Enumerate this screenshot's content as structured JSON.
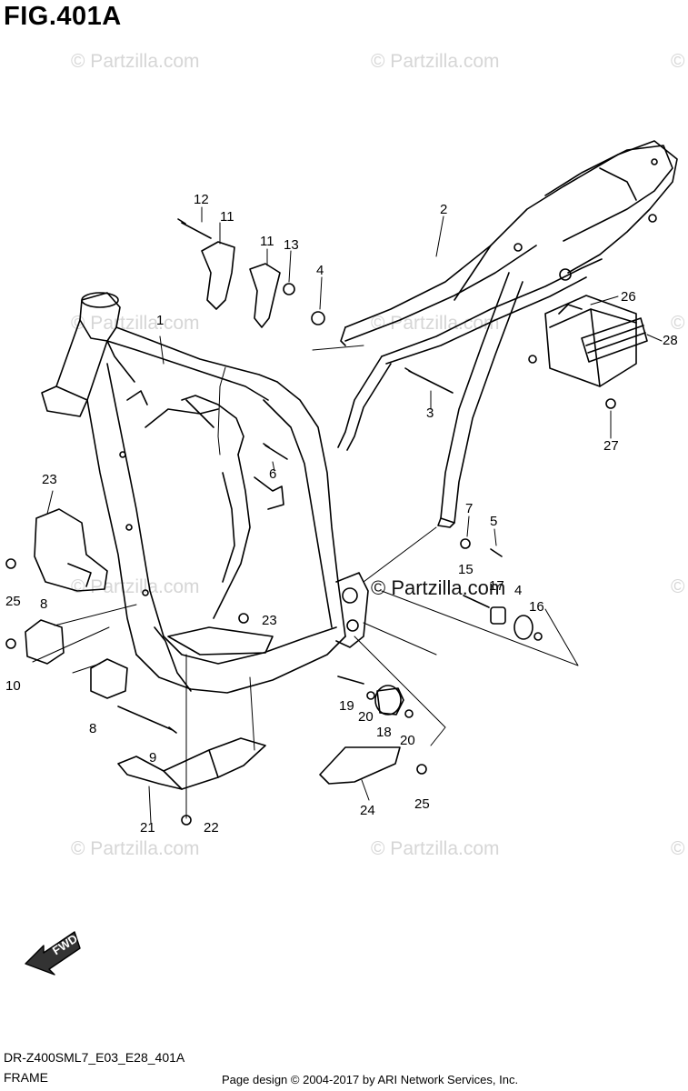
{
  "figure": {
    "title": "FIG.401A",
    "model_code": "DR-Z400SML7_E03_E28_401A",
    "section_name": "FRAME",
    "copyright": "Page design © 2004-2017 by ARI Network Services, Inc.",
    "fwd_label": "FWD"
  },
  "watermarks": [
    "© Partzilla.com",
    "© Partzilla.com",
    "©",
    "© Partzilla.com",
    "© Partzilla.com",
    "©",
    "© Partzilla.com",
    "©",
    "© Partzilla.com",
    "© Partzilla.com",
    "©"
  ],
  "center_watermark": "© Partzilla.com",
  "callouts": [
    "1",
    "2",
    "3",
    "4",
    "5",
    "6",
    "7",
    "8",
    "8",
    "9",
    "10",
    "11",
    "11",
    "12",
    "13",
    "15",
    "16",
    "17",
    "18",
    "19",
    "20",
    "20",
    "21",
    "22",
    "23",
    "23",
    "24",
    "25",
    "25",
    "26",
    "27",
    "28",
    "4"
  ]
}
